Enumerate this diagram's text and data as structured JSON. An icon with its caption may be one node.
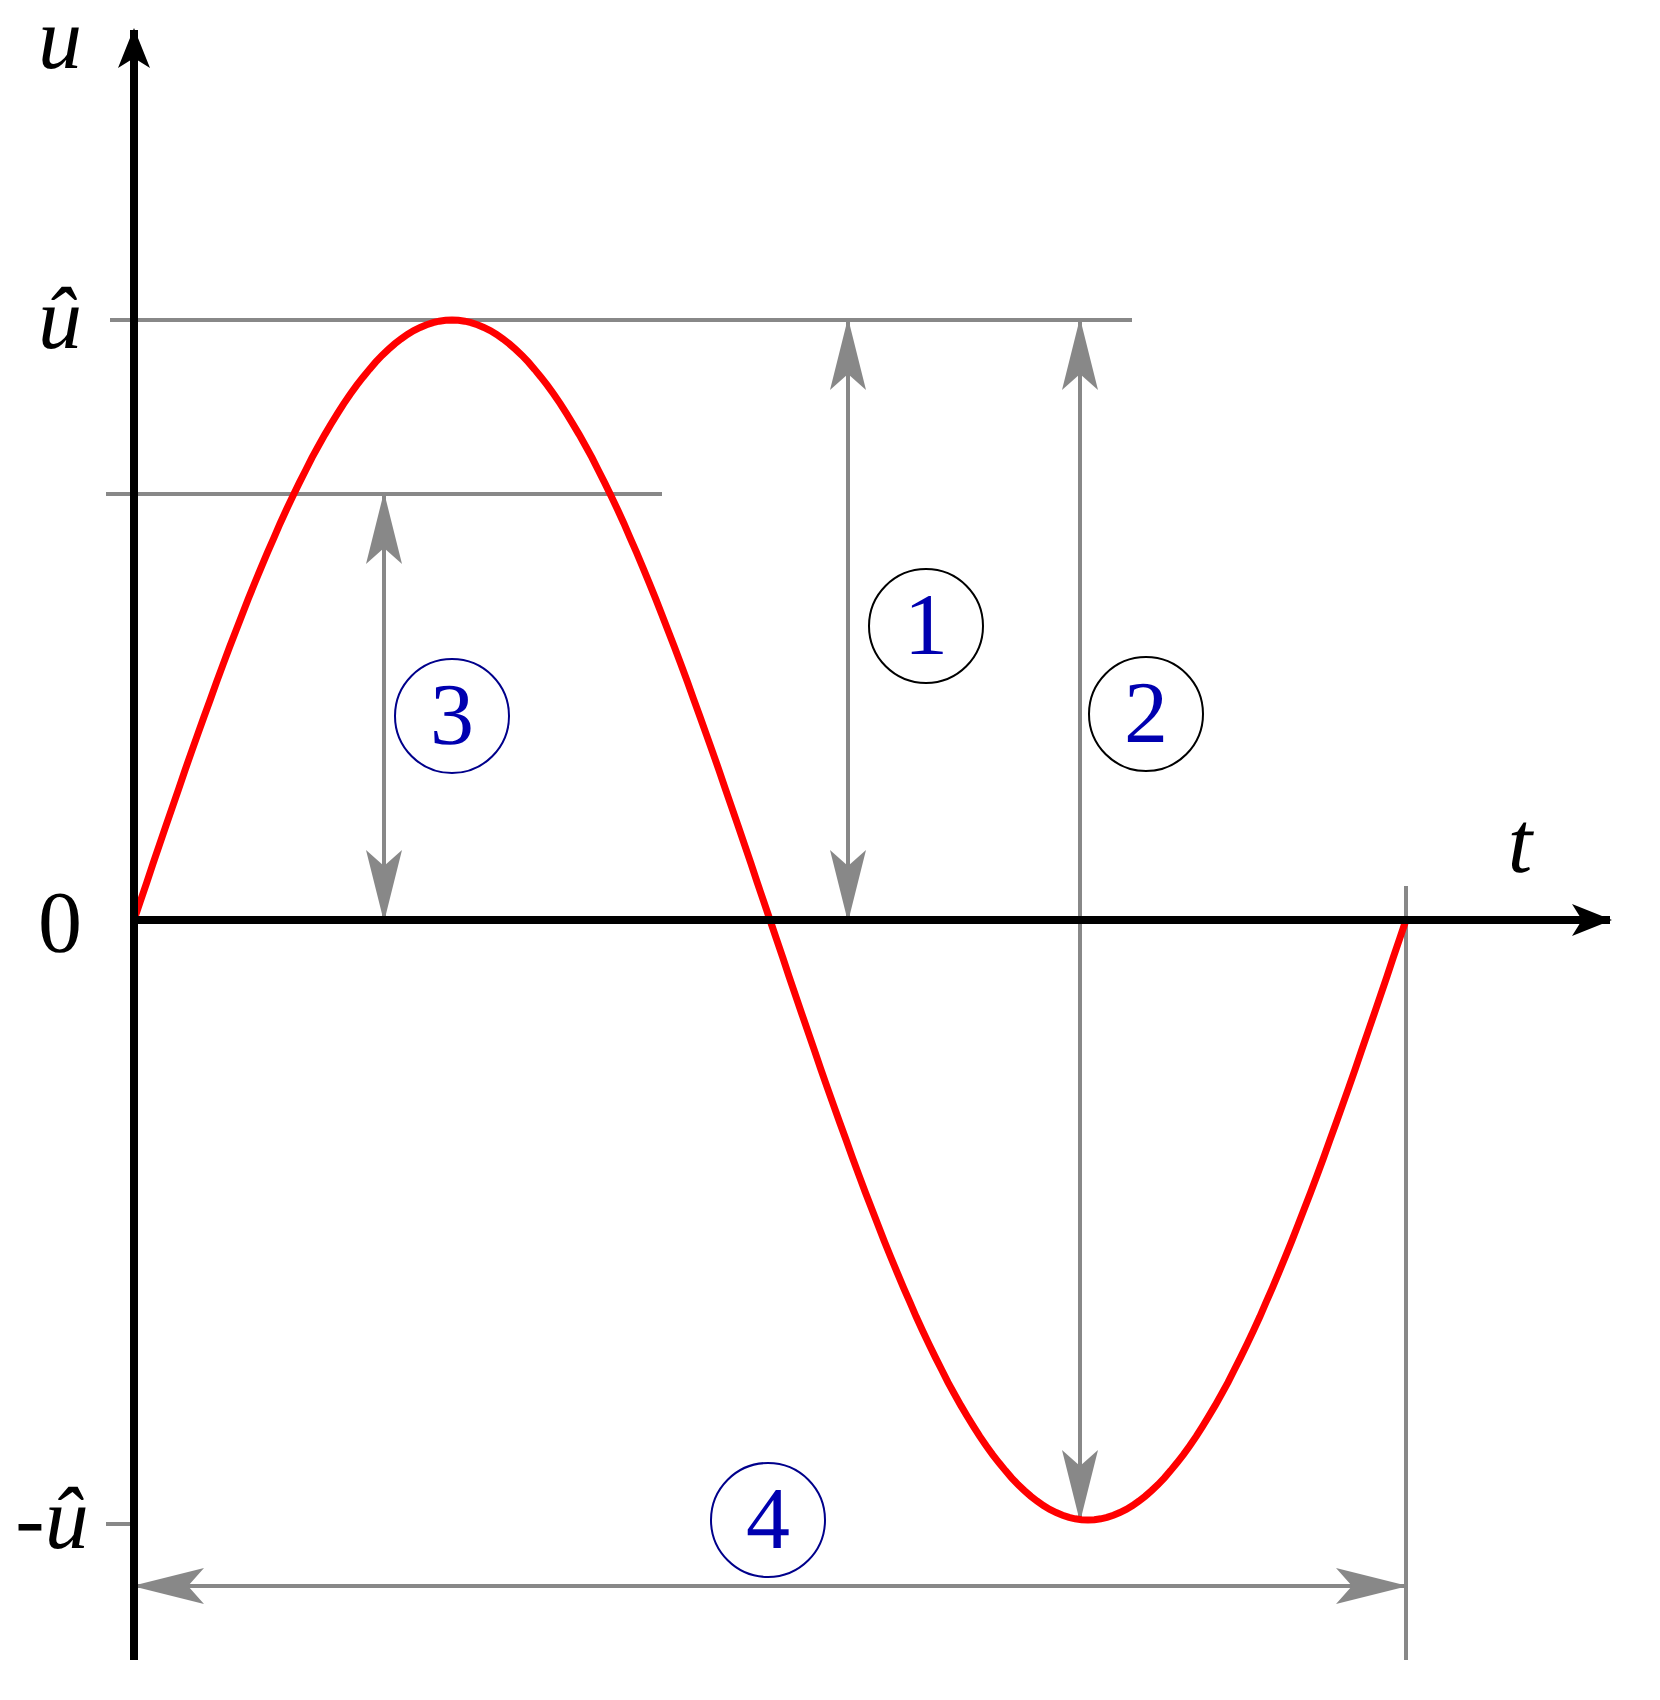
{
  "diagram": {
    "labels": [
      "u",
      "û",
      "1",
      "2",
      "3",
      "t",
      "0",
      "-û",
      "4"
    ]
  }
}
